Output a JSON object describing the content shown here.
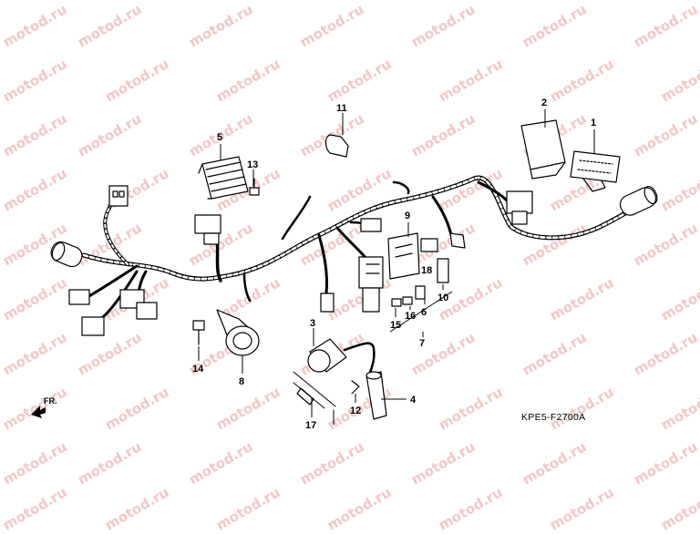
{
  "watermark_text": "motod.ru",
  "reference_code": "KPE5-F2700A",
  "front_indicator": "FR.",
  "colors": {
    "line": "#000000",
    "watermark": "#f2c7c7",
    "background": "#ffffff"
  },
  "callouts": {
    "n1": "1",
    "n2": "2",
    "n3": "3",
    "n4": "4",
    "n5": "5",
    "n6": "6",
    "n7": "7",
    "n8": "8",
    "n9": "9",
    "n10": "10",
    "n11": "11",
    "n12": "12",
    "n13": "13",
    "n14": "14",
    "n15": "15",
    "n16": "16",
    "n17": "17",
    "n18": "18"
  }
}
